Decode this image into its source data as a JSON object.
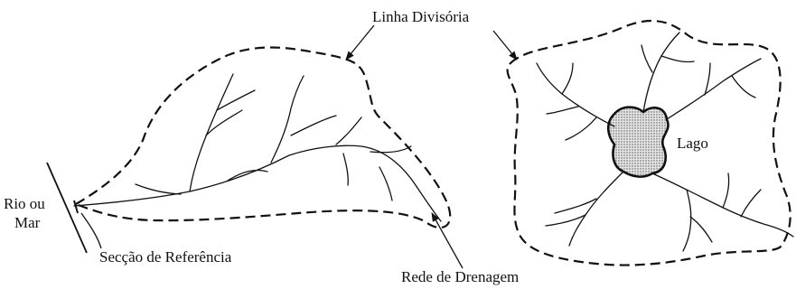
{
  "labels": {
    "divide": "Linha Divisória",
    "outlet_line1": "Rio ou",
    "outlet_line2": "Mar",
    "reference_section": "Secção de Referência",
    "drainage_network": "Rede de Drenagem",
    "lake": "Lago"
  },
  "colors": {
    "ink": "#111111",
    "lake_fill": "#bdbdbd",
    "background": "#ffffff"
  }
}
